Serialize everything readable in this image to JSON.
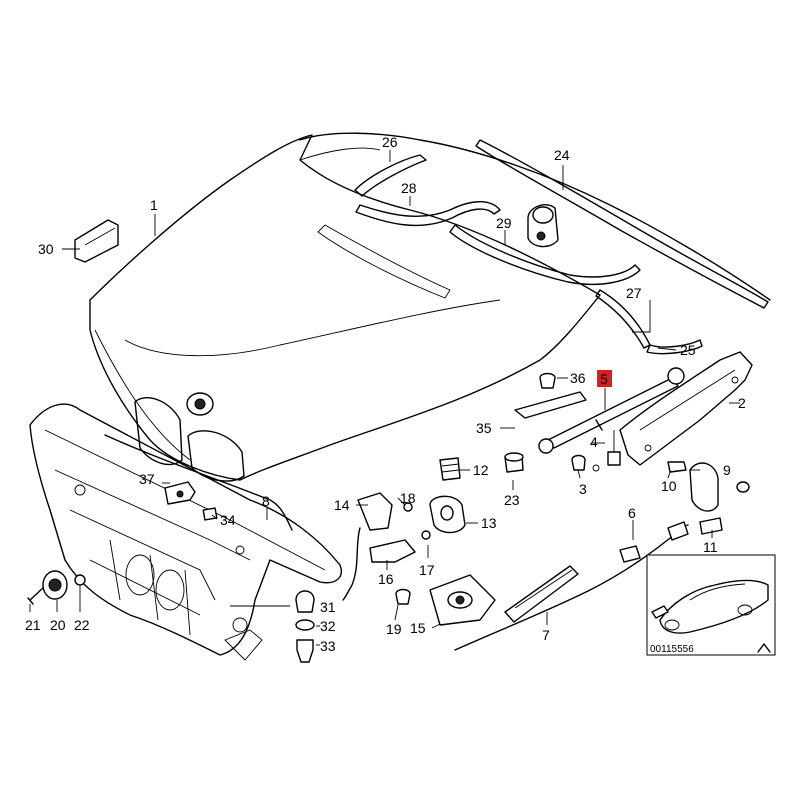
{
  "callouts": [
    {
      "id": "1",
      "text": "1"
    },
    {
      "id": "2",
      "text": "2"
    },
    {
      "id": "3",
      "text": "3"
    },
    {
      "id": "4",
      "text": "4"
    },
    {
      "id": "5",
      "text": "5",
      "highlighted": true
    },
    {
      "id": "6",
      "text": "6"
    },
    {
      "id": "7",
      "text": "7"
    },
    {
      "id": "8",
      "text": "8"
    },
    {
      "id": "9",
      "text": "9"
    },
    {
      "id": "10",
      "text": "10"
    },
    {
      "id": "11",
      "text": "11"
    },
    {
      "id": "12",
      "text": "12"
    },
    {
      "id": "13",
      "text": "13"
    },
    {
      "id": "14",
      "text": "14"
    },
    {
      "id": "15",
      "text": "15"
    },
    {
      "id": "16",
      "text": "16"
    },
    {
      "id": "17",
      "text": "17"
    },
    {
      "id": "18",
      "text": "18"
    },
    {
      "id": "19",
      "text": "19"
    },
    {
      "id": "20",
      "text": "20"
    },
    {
      "id": "21",
      "text": "21"
    },
    {
      "id": "22",
      "text": "22"
    },
    {
      "id": "23",
      "text": "23"
    },
    {
      "id": "24",
      "text": "24"
    },
    {
      "id": "25",
      "text": "25"
    },
    {
      "id": "26",
      "text": "26"
    },
    {
      "id": "27",
      "text": "27"
    },
    {
      "id": "28",
      "text": "28"
    },
    {
      "id": "29",
      "text": "29"
    },
    {
      "id": "30",
      "text": "30"
    },
    {
      "id": "31",
      "text": "31"
    },
    {
      "id": "32",
      "text": "32"
    },
    {
      "id": "33",
      "text": "33"
    },
    {
      "id": "34",
      "text": "34"
    },
    {
      "id": "35",
      "text": "35"
    },
    {
      "id": "36",
      "text": "36"
    },
    {
      "id": "37",
      "text": "37"
    }
  ],
  "inset": {
    "code": "00115556"
  },
  "colors": {
    "highlight": "#d81e1e",
    "line": "#000000"
  }
}
